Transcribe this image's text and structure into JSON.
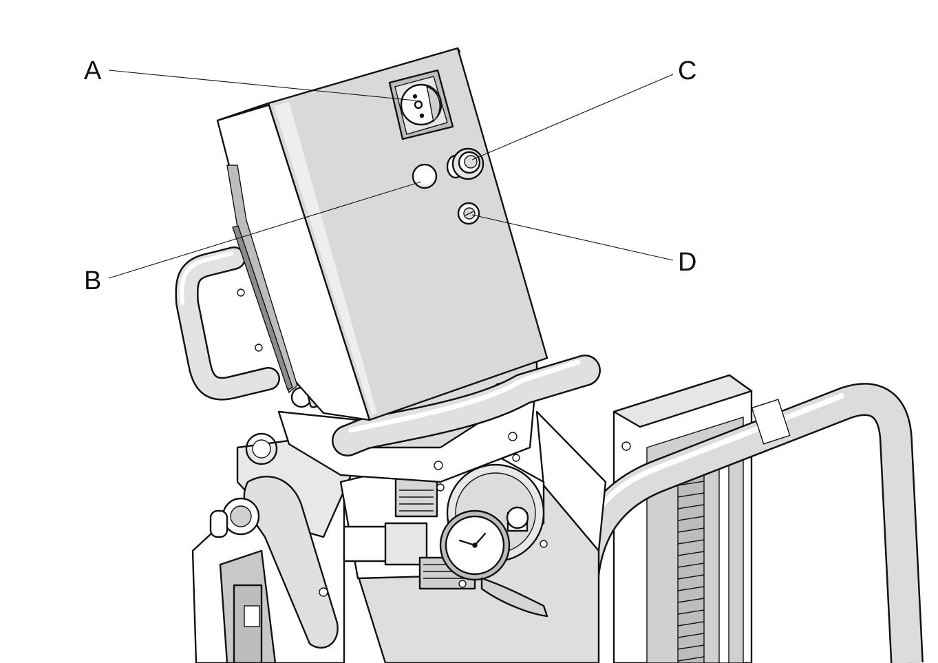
{
  "diagram": {
    "colors": {
      "background": "#ffffff",
      "line": "#111111",
      "panel_face": "#d9d9d9",
      "panel_side": "#ffffff",
      "shade": "#bdbdbd",
      "dark": "#8c8c8c"
    },
    "callouts": [
      {
        "id": "A",
        "label": "A",
        "target": "main-switch-rotary"
      },
      {
        "id": "B",
        "label": "B",
        "target": "indicator-lamp"
      },
      {
        "id": "C",
        "label": "C",
        "target": "emergency-stop-button"
      },
      {
        "id": "D",
        "label": "D",
        "target": "key-switch"
      }
    ]
  }
}
